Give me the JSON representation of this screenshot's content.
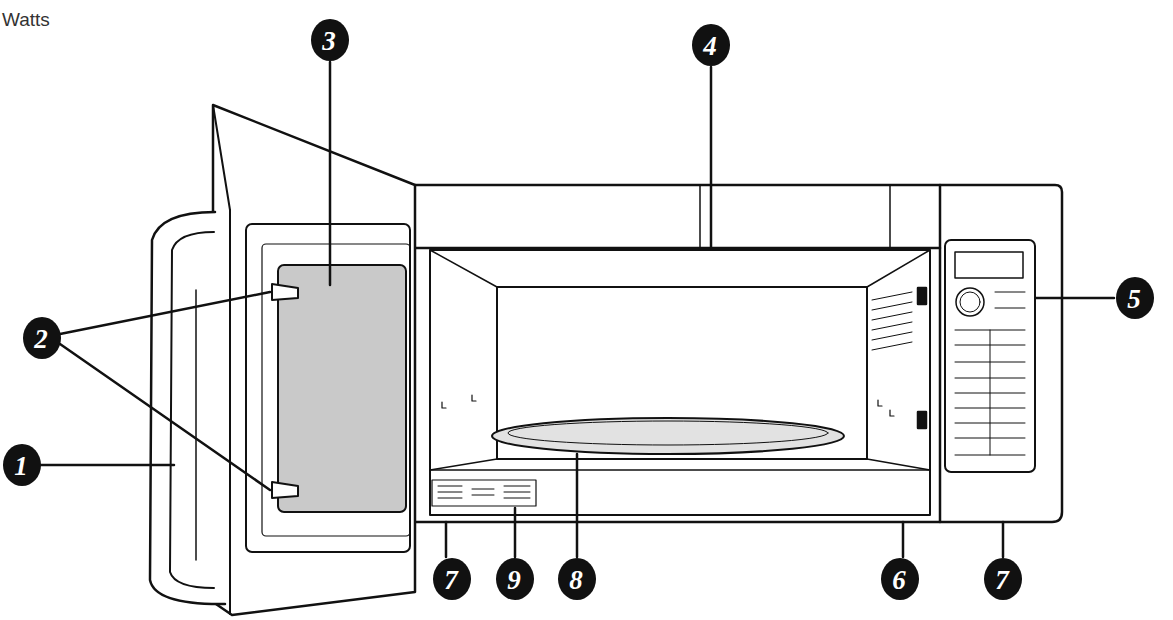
{
  "diagram": {
    "labels": [
      "Watts",
      "3",
      "4",
      "2",
      "1",
      "5",
      "7",
      "9",
      "8",
      "6",
      "7"
    ]
  }
}
